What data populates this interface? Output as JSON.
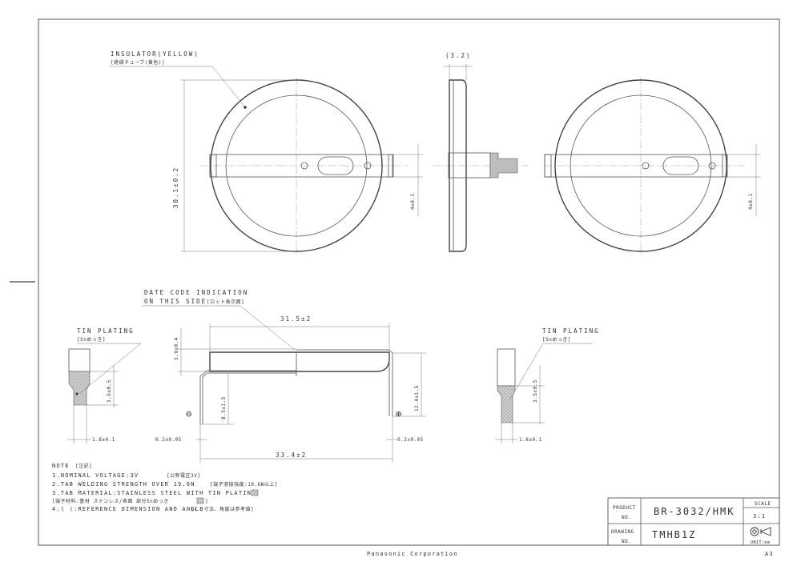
{
  "labels": {
    "insulator": "INSULATOR(YELLOW)",
    "insulator_jp": "[絶縁チューブ(黄色)]",
    "ref_thickness": "(3.2)",
    "diameter": "30.1±0.2",
    "tab_width": "4±0.1",
    "tab_width_right": "4±0.1",
    "date_code": "DATE CODE INDICATION",
    "date_code_side": "ON THIS SIDE",
    "date_code_jp": "[ロット表示面]",
    "tin_plating_left": "TIN PLATING",
    "tin_plating_left_jp": "[Snめっき]",
    "tin_plating_right": "TIN PLATING",
    "tin_plating_right_jp": "[Snめっき]",
    "dim_31_5": "31.5±2",
    "dim_33_4": "33.4±2",
    "dim_3_9": "3.9±0.4",
    "dim_8_5": "8.5±1.5",
    "dim_12_4": "12.4±1.5",
    "dim_3_5_left": "3.5±0.5",
    "dim_3_5_right": "3.5±0.5",
    "dim_1_8_left": "1.8±0.1",
    "dim_1_8_right": "1.8±0.1",
    "dim_0_2_left": "0.2±0.05",
    "dim_0_2_right": "0.2±0.05",
    "minus": "⊖",
    "plus": "⊕"
  },
  "notes": {
    "title": "NOTE",
    "title_jp": "[注記]",
    "n1": "1.NOMINAL VOLTAGE:3V",
    "n1_jp": "[公称電圧3V]",
    "n2": "2.TAB WELDING STRENGTH OVER 19.6N",
    "n2_jp": "[端子溶接強度:19.6N以上]",
    "n3": "3.TAB MATERIAL:STAINLESS STEEL WITH TIN PLATING",
    "n3_jp": "[端子材料:基材 ステンレス/表面 部分Snめっき",
    "n3_jp_end": "]",
    "n4": "4.( ):REFERENCE DIMENSION AND ANGLE",
    "n4_jp": "[( )寸法、角度は参考値]"
  },
  "title_block": {
    "product_label_1": "PRODUCT",
    "product_label_2": "NO.",
    "product_no": "BR-3032/HMK",
    "drawing_label_1": "DRAWING",
    "drawing_label_2": "NO.",
    "drawing_no": "TMHB1Z",
    "scale_label": "SCALE",
    "scale": "3:1",
    "unit": "UNIT:mm"
  },
  "footer": {
    "company": "Panasonic Corporation",
    "sheet_size": "A3"
  }
}
